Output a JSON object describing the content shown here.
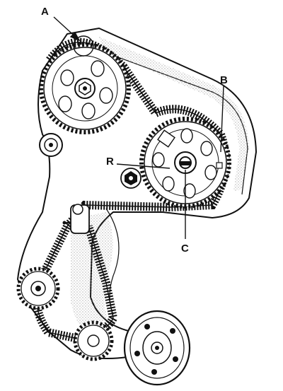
{
  "callouts": {
    "a": "A",
    "b": "B",
    "r": "R",
    "c": "C"
  },
  "colors": {
    "ink": "#111111",
    "paper": "#ffffff",
    "stipple": "#8a8a8a"
  },
  "icons": {
    "upper_camshaft_sprocket": "sprocket-icon",
    "lower_camshaft_sprocket": "sprocket-icon",
    "crankshaft_pulley": "pulley-icon",
    "tensioner": "tensioner-icon",
    "idler": "idler-pulley-icon"
  }
}
